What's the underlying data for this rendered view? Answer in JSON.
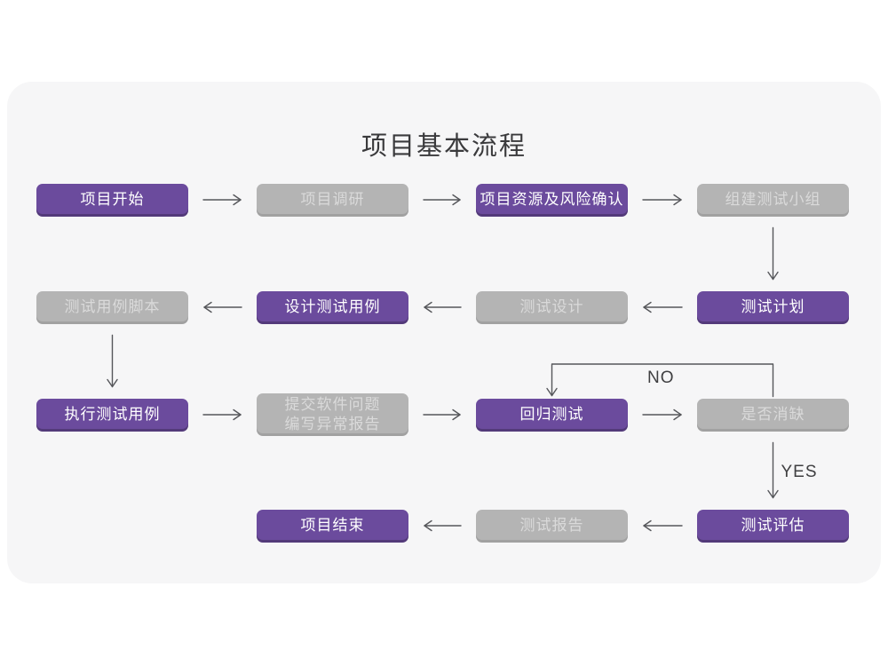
{
  "title": "项目基本流程",
  "colors": {
    "page_bg": "#ffffff",
    "card_bg": "#f6f6f7",
    "purple": "#6b4b9d",
    "gray": "#b4b4b4",
    "gray_text": "#dadada",
    "line": "#55565a",
    "title_color": "#3a3a3c",
    "label_color": "#3f3f41"
  },
  "nodes": [
    {
      "id": "project-start",
      "label": "项目开始",
      "variant": "purple",
      "row": 0,
      "col": 0
    },
    {
      "id": "project-survey",
      "label": "项目调研",
      "variant": "gray",
      "row": 0,
      "col": 1
    },
    {
      "id": "resources-risk",
      "label": "项目资源及风险确认",
      "variant": "purple",
      "row": 0,
      "col": 2
    },
    {
      "id": "build-test-team",
      "label": "组建测试小组",
      "variant": "gray",
      "row": 0,
      "col": 3
    },
    {
      "id": "test-plan",
      "label": "测试计划",
      "variant": "purple",
      "row": 1,
      "col": 3
    },
    {
      "id": "test-design",
      "label": "测试设计",
      "variant": "gray",
      "row": 1,
      "col": 2
    },
    {
      "id": "design-test-cases",
      "label": "设计测试用例",
      "variant": "purple",
      "row": 1,
      "col": 1
    },
    {
      "id": "test-case-scripts",
      "label": "测试用例脚本",
      "variant": "gray",
      "row": 1,
      "col": 0
    },
    {
      "id": "execute-test-cases",
      "label": "执行测试用例",
      "variant": "purple",
      "row": 2,
      "col": 0
    },
    {
      "id": "submit-issues",
      "lines": [
        "提交软件问题",
        "编写异常报告"
      ],
      "variant": "gray",
      "row": 2,
      "col": 1
    },
    {
      "id": "regression-test",
      "label": "回归测试",
      "variant": "purple",
      "row": 2,
      "col": 2
    },
    {
      "id": "defect-resolved",
      "label": "是否消缺",
      "variant": "gray",
      "row": 2,
      "col": 3
    },
    {
      "id": "test-evaluation",
      "label": "测试评估",
      "variant": "purple",
      "row": 3,
      "col": 3
    },
    {
      "id": "test-report",
      "label": "测试报告",
      "variant": "gray",
      "row": 3,
      "col": 2
    },
    {
      "id": "project-end",
      "label": "项目结束",
      "variant": "purple",
      "row": 3,
      "col": 1
    }
  ],
  "edges": [
    {
      "from": "project-start",
      "to": "project-survey",
      "dir": "right"
    },
    {
      "from": "project-survey",
      "to": "resources-risk",
      "dir": "right"
    },
    {
      "from": "resources-risk",
      "to": "build-test-team",
      "dir": "right"
    },
    {
      "from": "build-test-team",
      "to": "test-plan",
      "dir": "down"
    },
    {
      "from": "test-plan",
      "to": "test-design",
      "dir": "left"
    },
    {
      "from": "test-design",
      "to": "design-test-cases",
      "dir": "left"
    },
    {
      "from": "design-test-cases",
      "to": "test-case-scripts",
      "dir": "left"
    },
    {
      "from": "test-case-scripts",
      "to": "execute-test-cases",
      "dir": "down"
    },
    {
      "from": "execute-test-cases",
      "to": "submit-issues",
      "dir": "right"
    },
    {
      "from": "submit-issues",
      "to": "regression-test",
      "dir": "right"
    },
    {
      "from": "regression-test",
      "to": "defect-resolved",
      "dir": "right"
    },
    {
      "from": "defect-resolved",
      "to": "regression-test",
      "dir": "loop-up",
      "label": "NO"
    },
    {
      "from": "defect-resolved",
      "to": "test-evaluation",
      "dir": "down",
      "label": "YES"
    },
    {
      "from": "test-evaluation",
      "to": "test-report",
      "dir": "left"
    },
    {
      "from": "test-report",
      "to": "project-end",
      "dir": "left"
    }
  ]
}
